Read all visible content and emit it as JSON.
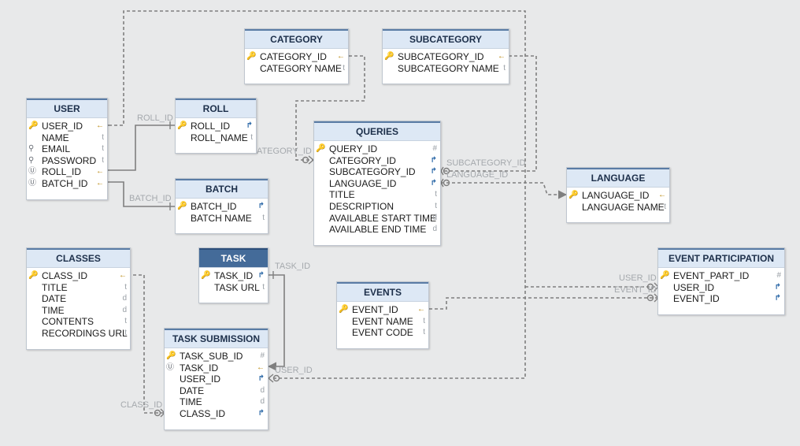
{
  "tables": [
    {
      "id": "category",
      "title": "CATEGORY",
      "rows": [
        {
          "icon": "key",
          "name": "CATEGORY_ID",
          "type": "←"
        },
        {
          "icon": "",
          "name": "CATEGORY NAME",
          "type": "t"
        }
      ]
    },
    {
      "id": "subcategory",
      "title": "SUBCATEGORY",
      "rows": [
        {
          "icon": "key",
          "name": "SUBCATEGORY_ID",
          "type": "←"
        },
        {
          "icon": "",
          "name": "SUBCATEGORY NAME",
          "type": "t"
        }
      ]
    },
    {
      "id": "user",
      "title": "USER",
      "rows": [
        {
          "icon": "key",
          "name": "USER_ID",
          "type": "←"
        },
        {
          "icon": "",
          "name": "NAME",
          "type": "t"
        },
        {
          "icon": "search",
          "name": "EMAIL",
          "type": "t"
        },
        {
          "icon": "search",
          "name": "PASSWORD",
          "type": "t"
        },
        {
          "icon": "unique",
          "name": "ROLL_ID",
          "type": "←"
        },
        {
          "icon": "unique",
          "name": "BATCH_ID",
          "type": "←"
        }
      ]
    },
    {
      "id": "roll",
      "title": "ROLL",
      "rows": [
        {
          "icon": "key",
          "name": "ROLL_ID",
          "type": "↱"
        },
        {
          "icon": "",
          "name": "ROLL_NAME",
          "type": "t"
        }
      ]
    },
    {
      "id": "queries",
      "title": "QUERIES",
      "rows": [
        {
          "icon": "key",
          "name": "QUERY_ID",
          "type": "#"
        },
        {
          "icon": "",
          "name": "CATEGORY_ID",
          "type": "↱"
        },
        {
          "icon": "",
          "name": "SUBCATEGORY_ID",
          "type": "↱"
        },
        {
          "icon": "",
          "name": "LANGUAGE_ID",
          "type": "↱"
        },
        {
          "icon": "",
          "name": "TITLE",
          "type": "t"
        },
        {
          "icon": "",
          "name": "DESCRIPTION",
          "type": "t"
        },
        {
          "icon": "",
          "name": "AVAILABLE START TIME",
          "type": "d"
        },
        {
          "icon": "",
          "name": "AVAILABLE END TIME",
          "type": "d"
        }
      ]
    },
    {
      "id": "batch",
      "title": "BATCH",
      "rows": [
        {
          "icon": "key",
          "name": "BATCH_ID",
          "type": "↱"
        },
        {
          "icon": "",
          "name": "BATCH NAME",
          "type": "t"
        }
      ]
    },
    {
      "id": "language",
      "title": "LANGUAGE",
      "rows": [
        {
          "icon": "key",
          "name": "LANGUAGE_ID",
          "type": "←"
        },
        {
          "icon": "",
          "name": "LANGUAGE NAME",
          "type": "t"
        }
      ]
    },
    {
      "id": "classes",
      "title": "CLASSES",
      "rows": [
        {
          "icon": "key",
          "name": "CLASS_ID",
          "type": "←"
        },
        {
          "icon": "",
          "name": "TITLE",
          "type": "t"
        },
        {
          "icon": "",
          "name": "DATE",
          "type": "d"
        },
        {
          "icon": "",
          "name": "TIME",
          "type": "d"
        },
        {
          "icon": "",
          "name": "CONTENTS",
          "type": "t"
        },
        {
          "icon": "",
          "name": "RECORDINGS URL",
          "type": "t"
        }
      ]
    },
    {
      "id": "task",
      "title": "TASK",
      "rows": [
        {
          "icon": "key",
          "name": "TASK_ID",
          "type": "↱"
        },
        {
          "icon": "",
          "name": "TASK URL",
          "type": "t"
        }
      ]
    },
    {
      "id": "event_participation",
      "title": "EVENT PARTICIPATION",
      "rows": [
        {
          "icon": "key",
          "name": "EVENT_PART_ID",
          "type": "#"
        },
        {
          "icon": "",
          "name": "USER_ID",
          "type": "↱"
        },
        {
          "icon": "",
          "name": "EVENT_ID",
          "type": "↱"
        }
      ]
    },
    {
      "id": "events",
      "title": "EVENTS",
      "rows": [
        {
          "icon": "key",
          "name": "EVENT_ID",
          "type": "←"
        },
        {
          "icon": "",
          "name": "EVENT NAME",
          "type": "t"
        },
        {
          "icon": "",
          "name": "EVENT CODE",
          "type": "t"
        }
      ]
    },
    {
      "id": "task_submission",
      "title": "TASK SUBMISSION",
      "rows": [
        {
          "icon": "key",
          "name": "TASK_SUB_ID",
          "type": "#"
        },
        {
          "icon": "unique",
          "name": "TASK_ID",
          "type": "←"
        },
        {
          "icon": "",
          "name": "USER_ID",
          "type": "↱"
        },
        {
          "icon": "",
          "name": "DATE",
          "type": "d"
        },
        {
          "icon": "",
          "name": "TIME",
          "type": "d"
        },
        {
          "icon": "",
          "name": "CLASS_ID",
          "type": "↱"
        }
      ]
    }
  ],
  "relation_labels": {
    "roll_id": "ROLL_ID",
    "batch_id": "BATCH_ID",
    "category_id": "CATEGORY_ID",
    "subcategory_id": "SUBCATEGORY_ID",
    "language_id": "LANGUAGE_ID",
    "task_id": "TASK_ID",
    "user_id_sub": "USER_ID",
    "class_id": "CLASS_ID",
    "user_id_ev": "USER_ID",
    "event_id": "EVENT_ID"
  },
  "colors": {
    "line": "#7f7f7f",
    "header_bg": "#dde8f5",
    "selected_header_bg": "#446b99",
    "key_icon": "#c79a1d"
  }
}
